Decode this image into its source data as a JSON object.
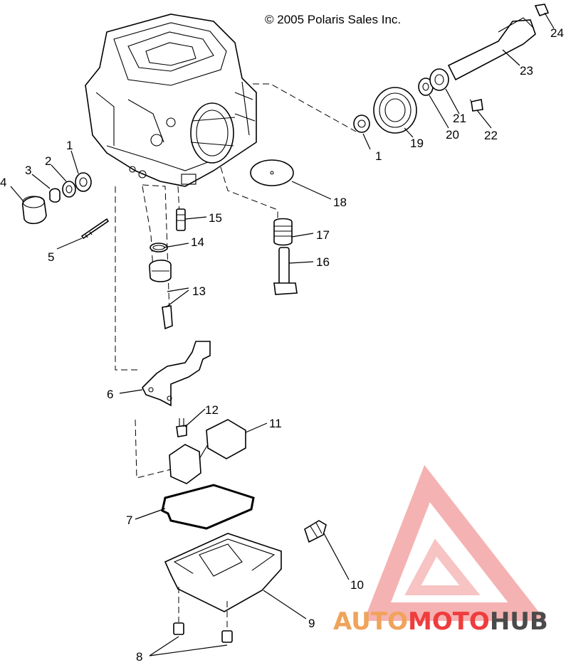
{
  "copyright": "© 2005 Polaris Sales Inc.",
  "callouts": {
    "n1a": "1",
    "n1b": "1",
    "n2": "2",
    "n3": "3",
    "n4": "4",
    "n5": "5",
    "n6": "6",
    "n7": "7",
    "n8": "8",
    "n9": "9",
    "n10": "10",
    "n11": "11",
    "n12": "12",
    "n13": "13",
    "n14": "14",
    "n15": "15",
    "n16": "16",
    "n17": "17",
    "n18": "18",
    "n19": "19",
    "n20": "20",
    "n21": "21",
    "n22": "22",
    "n23": "23",
    "n24": "24"
  },
  "watermark": {
    "part1": "AUTO",
    "part2": "MOTO",
    "part3": "HUB",
    "color_light": "#f0a35a",
    "color_red": "#ef3d3d",
    "color_dark": "#4a4a4a"
  }
}
